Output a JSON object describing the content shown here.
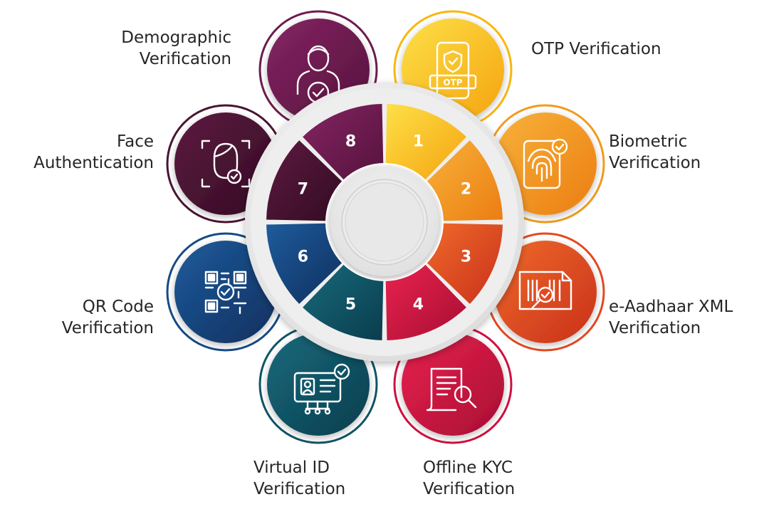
{
  "items": [
    {
      "number": "1",
      "line1": "OTP Verification",
      "line2": "",
      "icon": "otp-phone-icon",
      "color": "#f9b70f"
    },
    {
      "number": "2",
      "line1": "Biometric",
      "line2": "Verification",
      "icon": "fingerprint-icon",
      "color": "#f39a1c"
    },
    {
      "number": "3",
      "line1": "e-Aadhaar XML",
      "line2": "Verification",
      "icon": "xml-document-icon",
      "color": "#e4491e"
    },
    {
      "number": "4",
      "line1": "Offline KYC",
      "line2": "Verification",
      "icon": "document-search-icon",
      "color": "#d10f3f"
    },
    {
      "number": "5",
      "line1": "Virtual ID",
      "line2": "Verification",
      "icon": "id-card-icon",
      "color": "#0e5466"
    },
    {
      "number": "6",
      "line1": "QR Code",
      "line2": "Verification",
      "icon": "qr-code-icon",
      "color": "#154a86"
    },
    {
      "number": "7",
      "line1": "Face",
      "line2": "Authentication",
      "icon": "face-scan-icon",
      "color": "#4a1332"
    },
    {
      "number": "8",
      "line1": "Demographic",
      "line2": "Verification",
      "icon": "user-check-icon",
      "color": "#6d1b4c"
    }
  ]
}
